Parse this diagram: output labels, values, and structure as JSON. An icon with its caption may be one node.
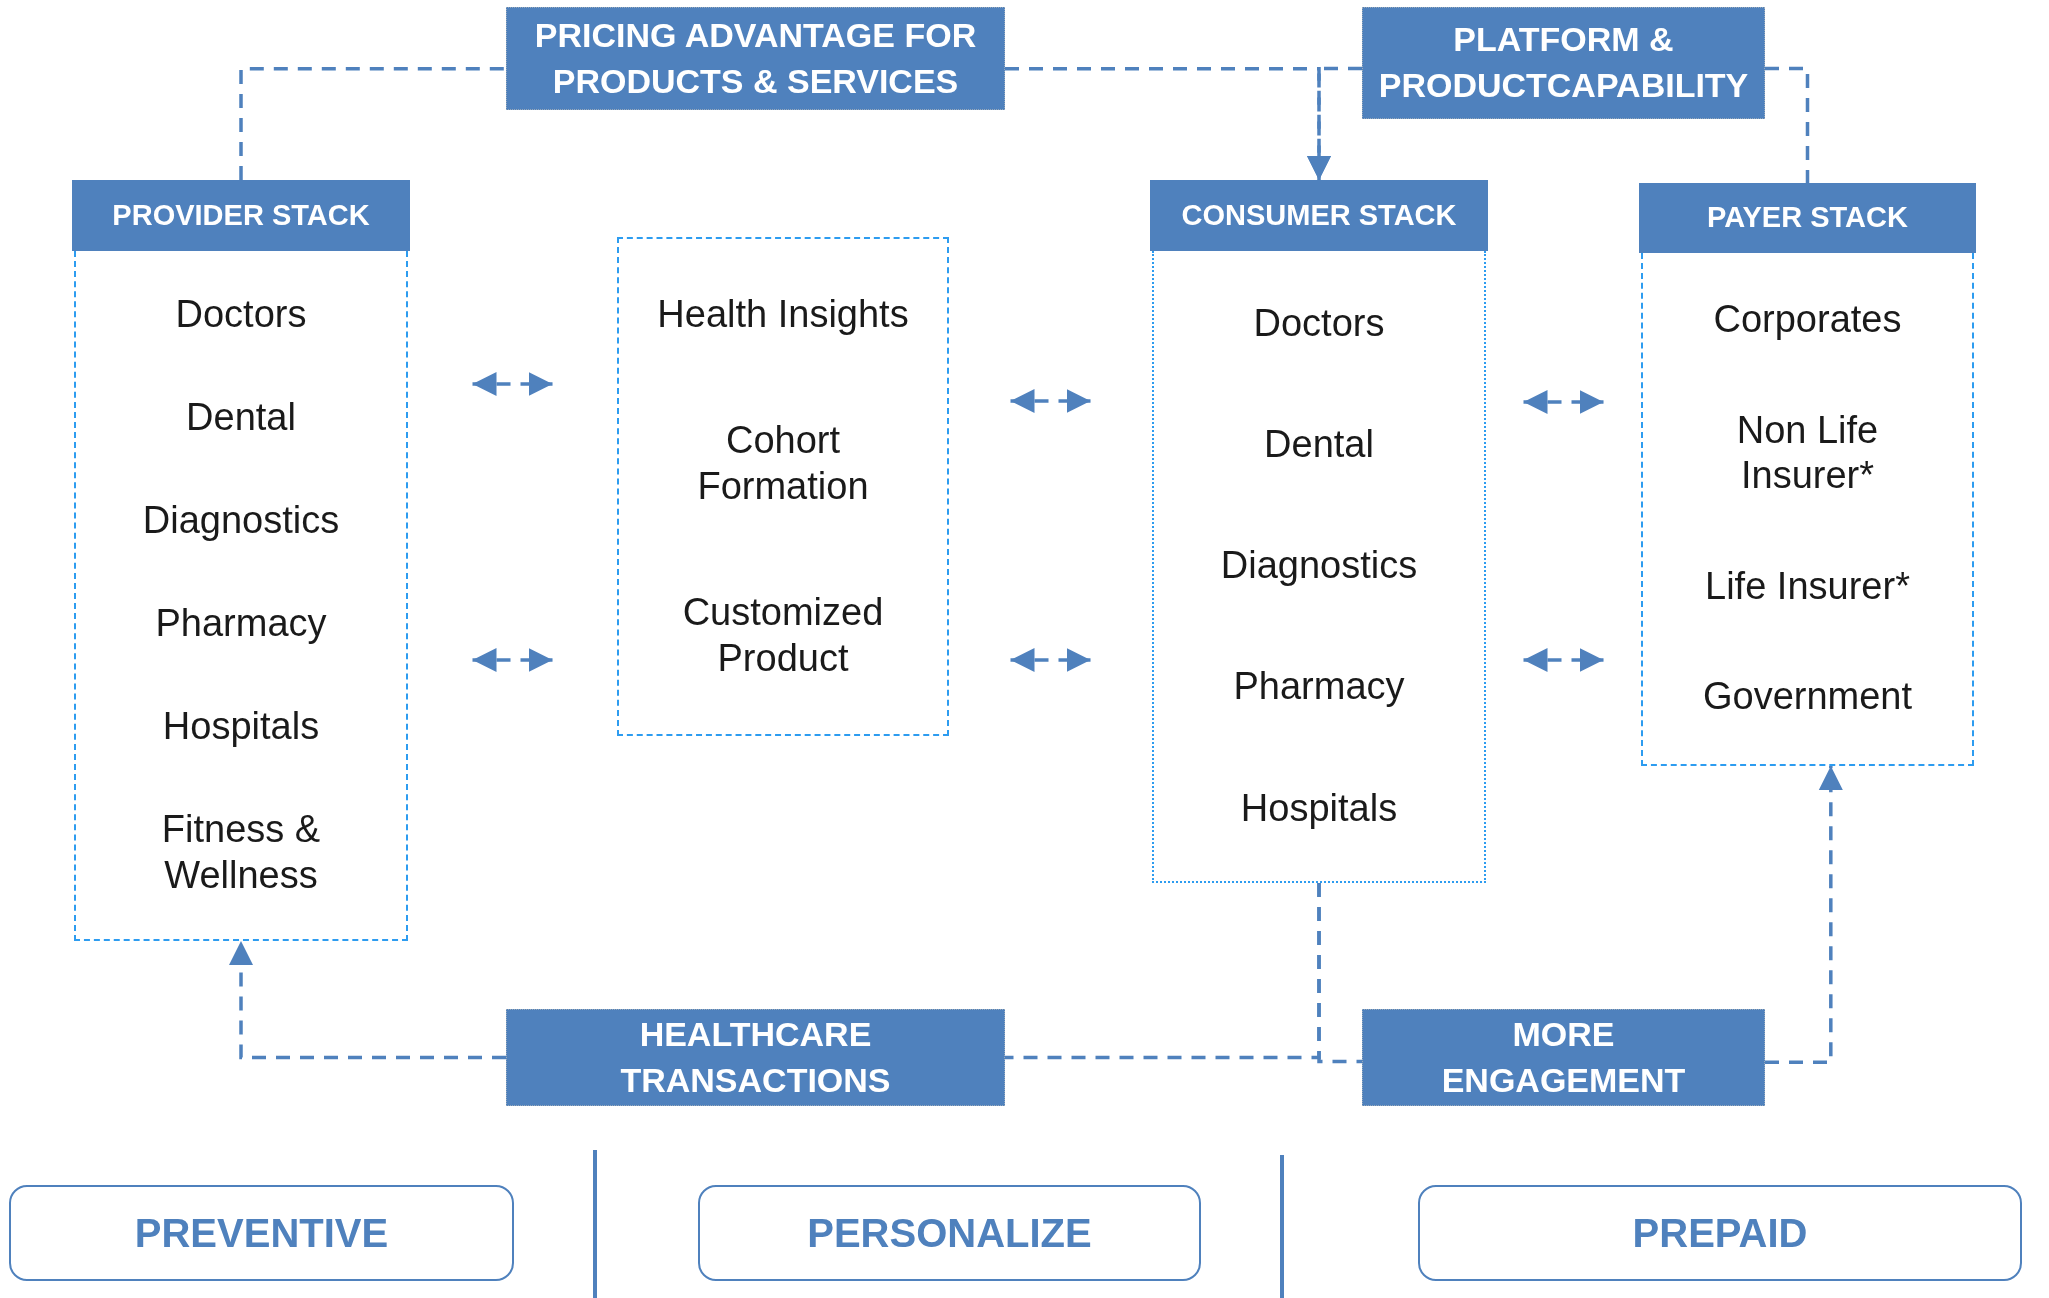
{
  "diagram": {
    "nodes": [
      {
        "text": [
          "PROVIDER STACK"
        ]
      },
      {
        "text": [
          "Doctors",
          "Dental",
          "Diagnostics",
          "Pharmacy",
          "Hospitals",
          "Fitness & Wellness"
        ]
      },
      {
        "text": [
          "Health Insights",
          "Cohort Formation",
          "Customized Product"
        ]
      },
      {
        "text": [
          "CONSUMER STACK"
        ]
      },
      {
        "text": [
          "Doctors",
          "Dental",
          "Diagnostics",
          "Pharmacy",
          "Hospitals"
        ]
      },
      {
        "text": [
          "PAYER STACK"
        ]
      },
      {
        "text": [
          "Corporates",
          "Non Life Insurer*",
          "Life Insurer*",
          "Government"
        ]
      },
      {
        "text": [
          "PRICING ADVANTAGE FOR PRODUCTS & SERVICES"
        ]
      },
      {
        "text": [
          "PLATFORM & PRODUCTCAPABILITY"
        ]
      },
      {
        "text": [
          "HEALTHCARE TRANSACTIONS"
        ]
      },
      {
        "text": [
          "MORE ENGAGEMENT"
        ]
      },
      {
        "text": [
          "PREVENTIVE"
        ]
      },
      {
        "text": [
          "PERSONALIZE"
        ]
      },
      {
        "text": [
          "PREPAID"
        ]
      }
    ],
    "edges": [
      {
        "from": 1,
        "to": 2,
        "arrow": "both",
        "style": "dashed"
      },
      {
        "from": 1,
        "to": 2,
        "arrow": "both",
        "style": "dashed"
      },
      {
        "from": 2,
        "to": 4,
        "arrow": "both",
        "style": "dashed"
      },
      {
        "from": 2,
        "to": 4,
        "arrow": "both",
        "style": "dashed"
      },
      {
        "from": 4,
        "to": 6,
        "arrow": "both",
        "style": "dashed"
      },
      {
        "from": 4,
        "to": 6,
        "arrow": "both",
        "style": "dashed"
      },
      {
        "from": 0,
        "to": 7,
        "arrow": "none",
        "style": "dashed"
      },
      {
        "from": 7,
        "to": 3,
        "arrow": "to",
        "style": "dashed"
      },
      {
        "from": 8,
        "to": 3,
        "arrow": "to",
        "style": "dashed"
      },
      {
        "from": 8,
        "to": 5,
        "arrow": "none",
        "style": "dashed"
      },
      {
        "from": 9,
        "to": 1,
        "arrow": "to",
        "style": "dashed"
      },
      {
        "from": 4,
        "to": 9,
        "arrow": "none",
        "style": "dashed"
      },
      {
        "from": 4,
        "to": 10,
        "arrow": "none",
        "style": "dashed"
      },
      {
        "from": 10,
        "to": 6,
        "arrow": "to",
        "style": "dashed"
      }
    ]
  }
}
